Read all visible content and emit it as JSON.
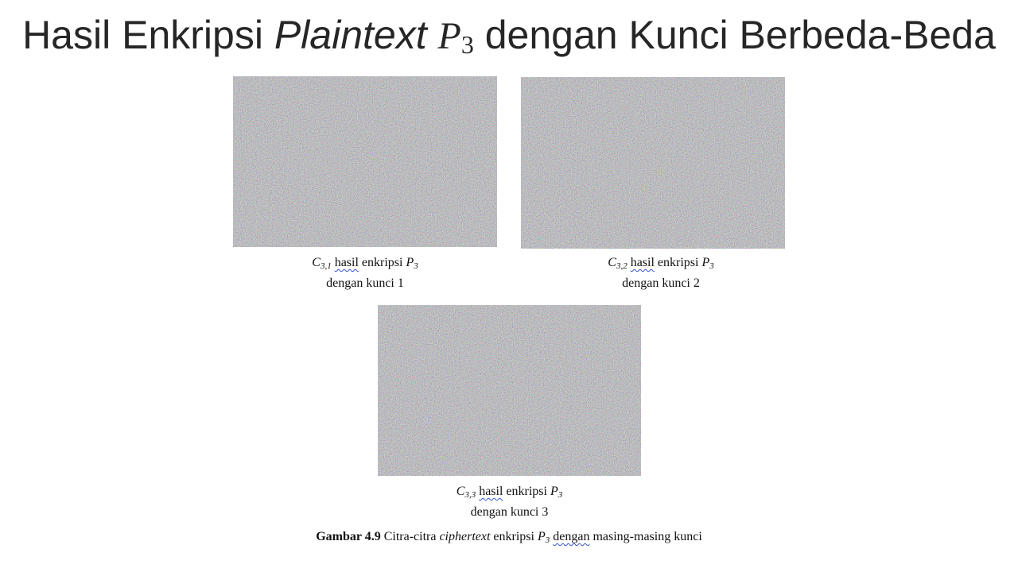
{
  "slide": {
    "title_prefix": "Hasil Enkripsi ",
    "title_italic": "Plaintext",
    "title_math_symbol": "P",
    "title_math_subscript": "3",
    "title_suffix": " dengan Kunci Berbeda-Beda"
  },
  "images": [
    {
      "cipher_symbol": "C",
      "cipher_subscript": "3,1",
      "word_hasil": "hasil",
      "word_enkripsi": "enkripsi",
      "plain_symbol": "P",
      "plain_subscript": "3",
      "line2": "dengan kunci 1"
    },
    {
      "cipher_symbol": "C",
      "cipher_subscript": "3,2",
      "word_hasil": "hasil",
      "word_enkripsi": "enkripsi",
      "plain_symbol": "P",
      "plain_subscript": "3",
      "line2": "dengan kunci 2"
    },
    {
      "cipher_symbol": "C",
      "cipher_subscript": "3,3",
      "word_hasil": "hasil",
      "word_enkripsi": "enkripsi",
      "plain_symbol": "P",
      "plain_subscript": "3",
      "line2": "dengan kunci 3"
    }
  ],
  "figure_caption": {
    "label": "Gambar 4.9",
    "text_before": "Citra-citra",
    "italic_word": "ciphertext",
    "text_middle": "enkripsi",
    "plain_symbol": "P",
    "plain_subscript": "3",
    "underlined_word": "dengan",
    "text_after": "masing-masing kunci"
  },
  "colors": {
    "title": "#262626",
    "noise_base": "#7d7b80",
    "spellcheck_underline": "#3355cc"
  }
}
